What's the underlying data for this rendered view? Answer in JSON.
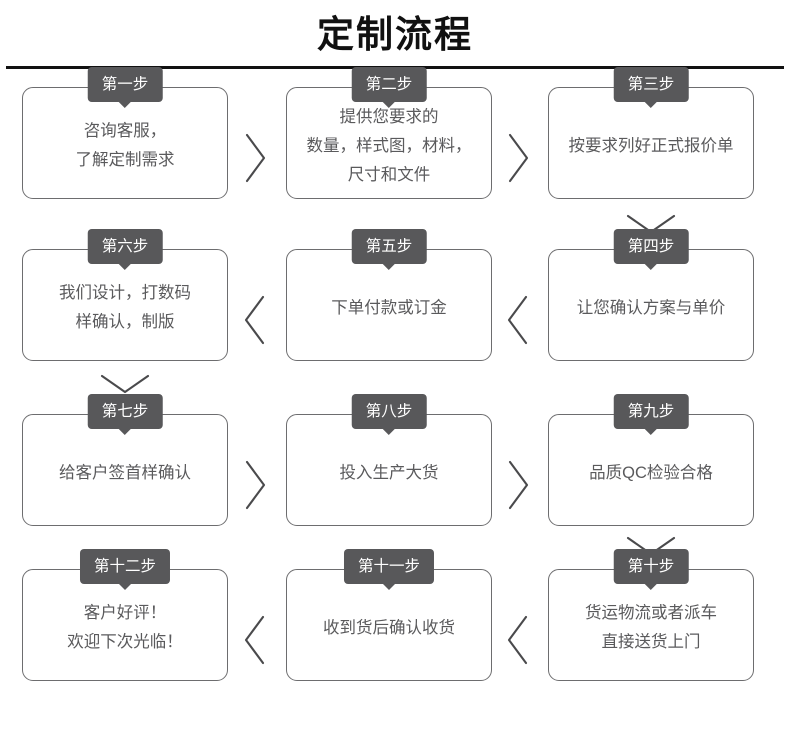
{
  "header": {
    "title": "定制流程"
  },
  "flow": {
    "rows": [
      {
        "direction": "right",
        "cards": [
          {
            "badge": "第一步",
            "lines": [
              "咨询客服，",
              "了解定制需求"
            ]
          },
          {
            "badge": "第二步",
            "lines": [
              "提供您要求的",
              "数量，样式图，材料，",
              "尺寸和文件"
            ]
          },
          {
            "badge": "第三步",
            "lines": [
              "按要求列好正式报价单"
            ]
          }
        ],
        "down_connector": {
          "visible": true,
          "column": 3
        }
      },
      {
        "direction": "left",
        "cards": [
          {
            "badge": "第六步",
            "lines": [
              "我们设计，打数码",
              "样确认，制版"
            ]
          },
          {
            "badge": "第五步",
            "lines": [
              "下单付款或订金"
            ]
          },
          {
            "badge": "第四步",
            "lines": [
              "让您确认方案与单价"
            ]
          }
        ],
        "down_connector": {
          "visible": true,
          "column": 1
        }
      },
      {
        "direction": "right",
        "cards": [
          {
            "badge": "第七步",
            "lines": [
              "给客户签首样确认"
            ]
          },
          {
            "badge": "第八步",
            "lines": [
              "投入生产大货"
            ]
          },
          {
            "badge": "第九步",
            "lines": [
              "品质QC检验合格"
            ]
          }
        ],
        "down_connector": {
          "visible": true,
          "column": 3
        }
      },
      {
        "direction": "left",
        "cards": [
          {
            "badge": "第十二步",
            "lines": [
              "客户好评！",
              "欢迎下次光临！"
            ]
          },
          {
            "badge": "第十一步",
            "lines": [
              "收到货后确认收货"
            ]
          },
          {
            "badge": "第十步",
            "lines": [
              "货运物流或者派车",
              "直接送货上门"
            ]
          }
        ],
        "down_connector": {
          "visible": false,
          "column": 0
        }
      }
    ]
  },
  "icons": {
    "chevron_right": "chevron-right-icon",
    "chevron_left": "chevron-left-icon",
    "chevron_down": "chevron-down-icon"
  },
  "colors": {
    "badge_bg": "#58585a",
    "badge_text": "#ffffff",
    "card_border": "#6d6d6f",
    "card_text": "#5a5a5c",
    "title_text": "#111111",
    "rule": "#111111",
    "connector": "#4a4a4c",
    "background": "#ffffff"
  }
}
